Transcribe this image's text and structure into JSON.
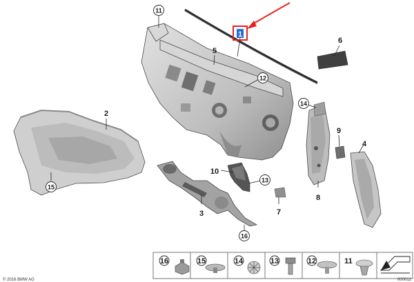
{
  "callouts": {
    "c1": "1",
    "c2": "2",
    "c3": "3",
    "c4": "4",
    "c5": "5",
    "c6": "6",
    "c7": "7",
    "c8": "8",
    "c9": "9",
    "c10": "10",
    "c11": "11",
    "c12": "12",
    "c13": "13",
    "c14": "14",
    "c15": "15",
    "c16": "16"
  },
  "tray": {
    "items": [
      {
        "label": "16",
        "circled": true
      },
      {
        "label": "15",
        "circled": true
      },
      {
        "label": "14",
        "circled": true
      },
      {
        "label": "13",
        "circled": true
      },
      {
        "label": "12",
        "circled": true
      },
      {
        "label": "11",
        "circled": false
      }
    ]
  },
  "footer": {
    "left": "© 2016 BMW AG",
    "right": "000012"
  },
  "colors": {
    "highlight_box": "#e8201c",
    "arrow": "#e8201c",
    "selected_number_bg": "#1f6fd6",
    "part_fill": "#c7c7c7",
    "part_dark": "#6e6e6e",
    "seal": "#2b2b2b"
  }
}
